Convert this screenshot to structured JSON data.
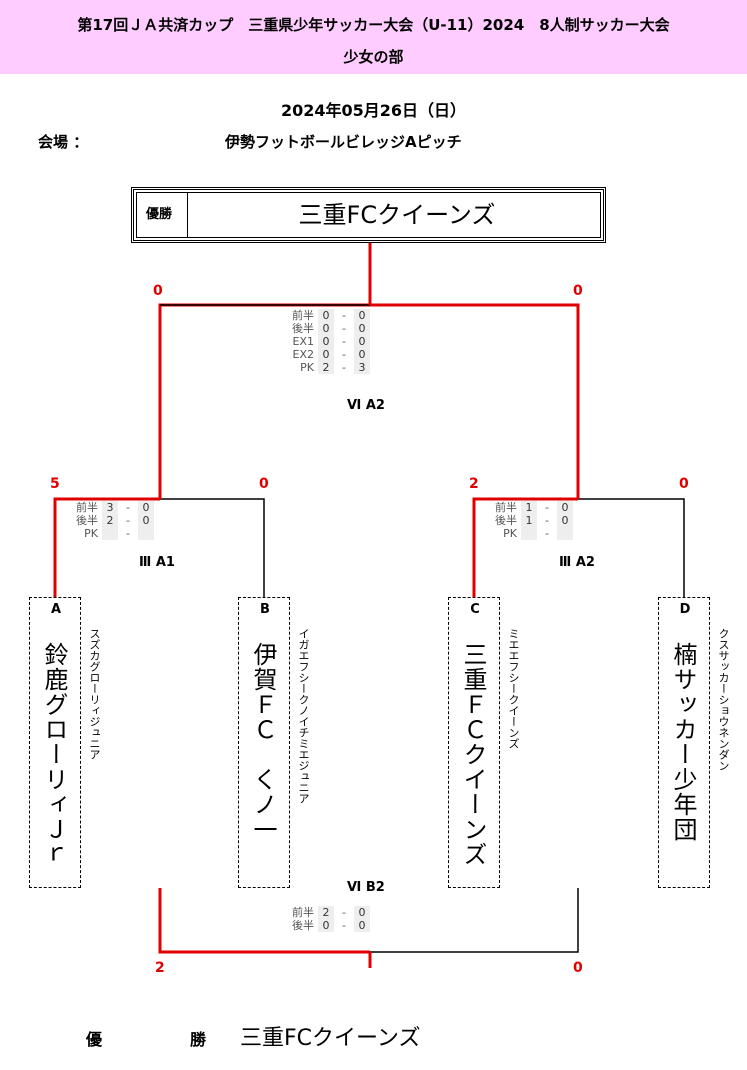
{
  "header": {
    "title_line1": "第17回ＪＡ共済カップ　三重県少年サッカー大会（U-11）2024　8人制サッカー大会",
    "title_line2": "少女の部"
  },
  "date": "2024年05月26日（日）",
  "venue": {
    "label": "会場 ：",
    "name": "伊勢フットボールビレッジAピッチ"
  },
  "champion_box": {
    "label": "優勝",
    "name": "三重FCクイーンズ"
  },
  "teams": [
    {
      "letter": "A",
      "name": "鈴鹿グローリィＪｒ",
      "kana": "スズカグローリィジュニア"
    },
    {
      "letter": "B",
      "name": "伊賀ＦＣ　くノ一",
      "kana": "イガエフシークノイチミエジュニア"
    },
    {
      "letter": "C",
      "name": "三重ＦＣクイーンズ",
      "kana": "ミエエフシークイーンズ"
    },
    {
      "letter": "D",
      "name": "楠サッカー少年団",
      "kana": "クスサッカーショウネンダン"
    }
  ],
  "matches": {
    "m1": {
      "id": "Ⅲ A1",
      "score_left": "5",
      "score_right": "0",
      "rows": [
        {
          "label": "前半",
          "left": "3",
          "dash": "-",
          "right": "0"
        },
        {
          "label": "後半",
          "left": "2",
          "dash": "-",
          "right": "0"
        },
        {
          "label": "PK",
          "left": "",
          "dash": "-",
          "right": ""
        }
      ]
    },
    "m2": {
      "id": "Ⅲ A2",
      "score_left": "2",
      "score_right": "0",
      "rows": [
        {
          "label": "前半",
          "left": "1",
          "dash": "-",
          "right": "0"
        },
        {
          "label": "後半",
          "left": "1",
          "dash": "-",
          "right": "0"
        },
        {
          "label": "PK",
          "left": "",
          "dash": "-",
          "right": ""
        }
      ]
    },
    "final": {
      "id": "Ⅵ A2",
      "score_left": "0",
      "score_right": "0",
      "rows": [
        {
          "label": "前半",
          "left": "0",
          "dash": "-",
          "right": "0"
        },
        {
          "label": "後半",
          "left": "0",
          "dash": "-",
          "right": "0"
        },
        {
          "label": "EX1",
          "left": "0",
          "dash": "-",
          "right": "0"
        },
        {
          "label": "EX2",
          "left": "0",
          "dash": "-",
          "right": "0"
        },
        {
          "label": "PK",
          "left": "2",
          "dash": "-",
          "right": "3"
        }
      ]
    },
    "third": {
      "id": "Ⅵ B2",
      "score_left": "2",
      "score_right": "0",
      "rows": [
        {
          "label": "前半",
          "left": "2",
          "dash": "-",
          "right": "0"
        },
        {
          "label": "後半",
          "left": "0",
          "dash": "-",
          "right": "0"
        }
      ]
    }
  },
  "footer": {
    "label_left": "優",
    "label_right": "勝",
    "name": "三重FCクイーンズ"
  },
  "colors": {
    "banner": "#ffccff",
    "winner_line": "#e00000",
    "score": "#e00000"
  }
}
